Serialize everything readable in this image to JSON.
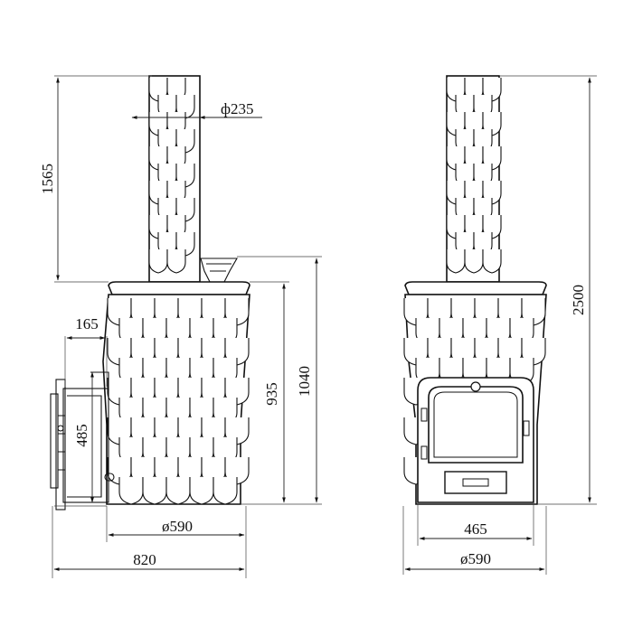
{
  "drawing": {
    "colors": {
      "line": "#111111",
      "background": "#ffffff"
    },
    "side_view": {
      "labels": {
        "chimney_height": "1565",
        "chimney_diameter": "ф235",
        "tunnel_length": "165",
        "door_height": "485",
        "body_diameter": "ø590",
        "total_depth": "820",
        "body_height": "935",
        "top_height": "1040"
      }
    },
    "front_view": {
      "labels": {
        "total_height": "2500",
        "door_width": "465",
        "body_diameter": "ø590"
      }
    }
  }
}
